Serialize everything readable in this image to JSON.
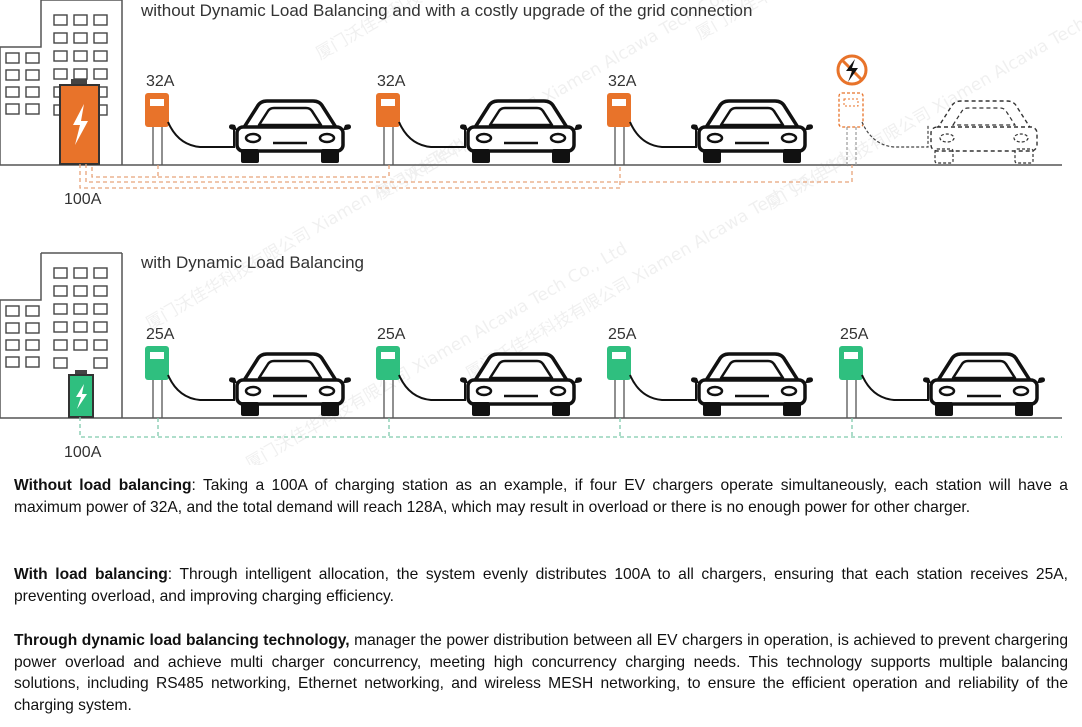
{
  "diagram": {
    "top": {
      "caption": "without Dynamic Load Balancing and with a costly upgrade of the grid connection",
      "building_label": "100A",
      "charger_labels": [
        "32A",
        "32A",
        "32A"
      ],
      "accent_color": "#e8732a",
      "blocked_icon": "no-power-icon"
    },
    "bottom": {
      "caption": "with Dynamic Load Balancing",
      "building_label": "100A",
      "charger_labels": [
        "25A",
        "25A",
        "25A",
        "25A"
      ],
      "accent_color": "#2fbf7f"
    },
    "watermark": "厦门沃佳华科技有限公司 Xiamen Alcawa Tech Co., Ltd"
  },
  "paragraphs": [
    {
      "bold": "Without load balancing",
      "text": ": Taking a 100A of charging station as an example, if four EV chargers operate simultaneously, each station will have a maximum power of 32A, and the total demand will reach 128A, which may result in overload or there is no enough power for other charger."
    },
    {
      "bold": "With load balancing",
      "text": ": Through intelligent allocation, the system evenly distributes 100A to all chargers, ensuring that each station receives 25A, preventing overload, and improving charging efficiency."
    },
    {
      "bold": "Through dynamic load balancing technology,",
      "text": " manager the power distribution between all EV chargers in operation, is achieved to prevent chargering power overload and achieve multi charger concurrency, meeting high concurrency charging needs. This technology supports multiple balancing solutions, including RS485 networking, Ethernet networking, and wireless MESH networking, to ensure the efficient operation and reliability of the charging system."
    }
  ]
}
